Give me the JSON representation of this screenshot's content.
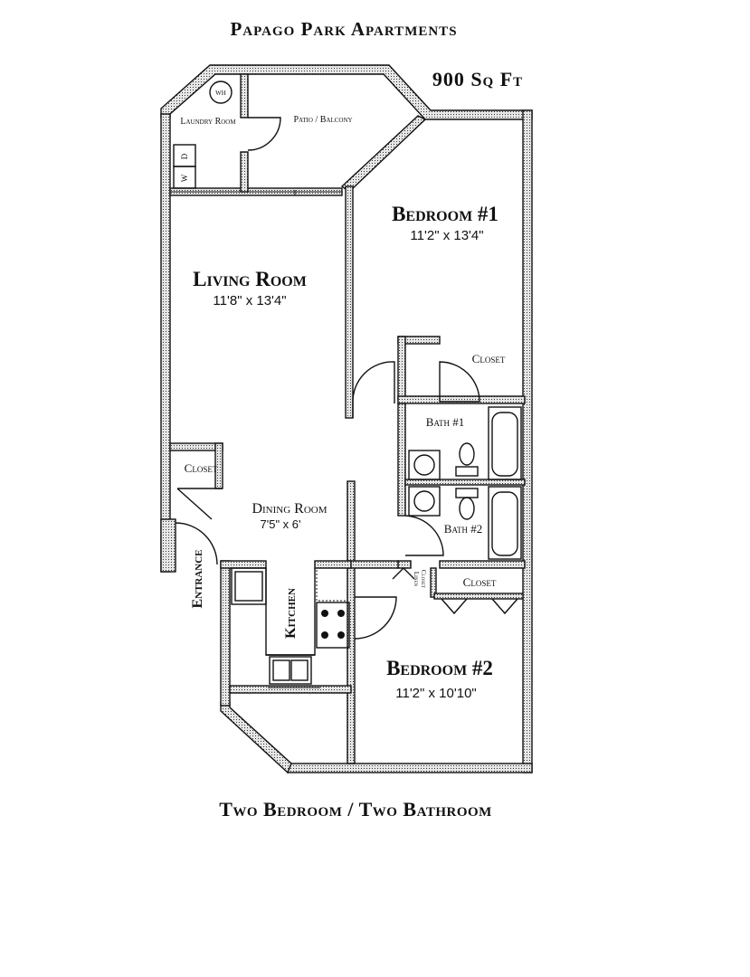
{
  "header": {
    "title": "Papago Park Apartments",
    "area": "900 Sq Ft"
  },
  "rooms": {
    "laundry": "Laundry Room",
    "patio": "Patio / Balcony",
    "bedroom1": {
      "name": "Bedroom #1",
      "dims": "11'2\" x 13'4\""
    },
    "living": {
      "name": "Living Room",
      "dims": "11'8\" x 13'4\""
    },
    "closet_bed1": "Closet",
    "bath1": "Bath #1",
    "closet_entry": "Closet",
    "dining": {
      "name": "Dining Room",
      "dims": "7'5\" x 6'"
    },
    "bath2": "Bath #2",
    "entrance": "Entrance",
    "kitchen": "Kitchen",
    "linen_closet_line1": "Linen",
    "linen_closet_line2": "Closet",
    "closet_bed2": "Closet",
    "bedroom2": {
      "name": "Bedroom #2",
      "dims": "11'2\" x 10'10\""
    }
  },
  "appliances": {
    "water_heater": "WH",
    "dryer": "D",
    "washer": "W"
  },
  "footer": {
    "caption": "Two Bedroom / Two Bathroom"
  }
}
